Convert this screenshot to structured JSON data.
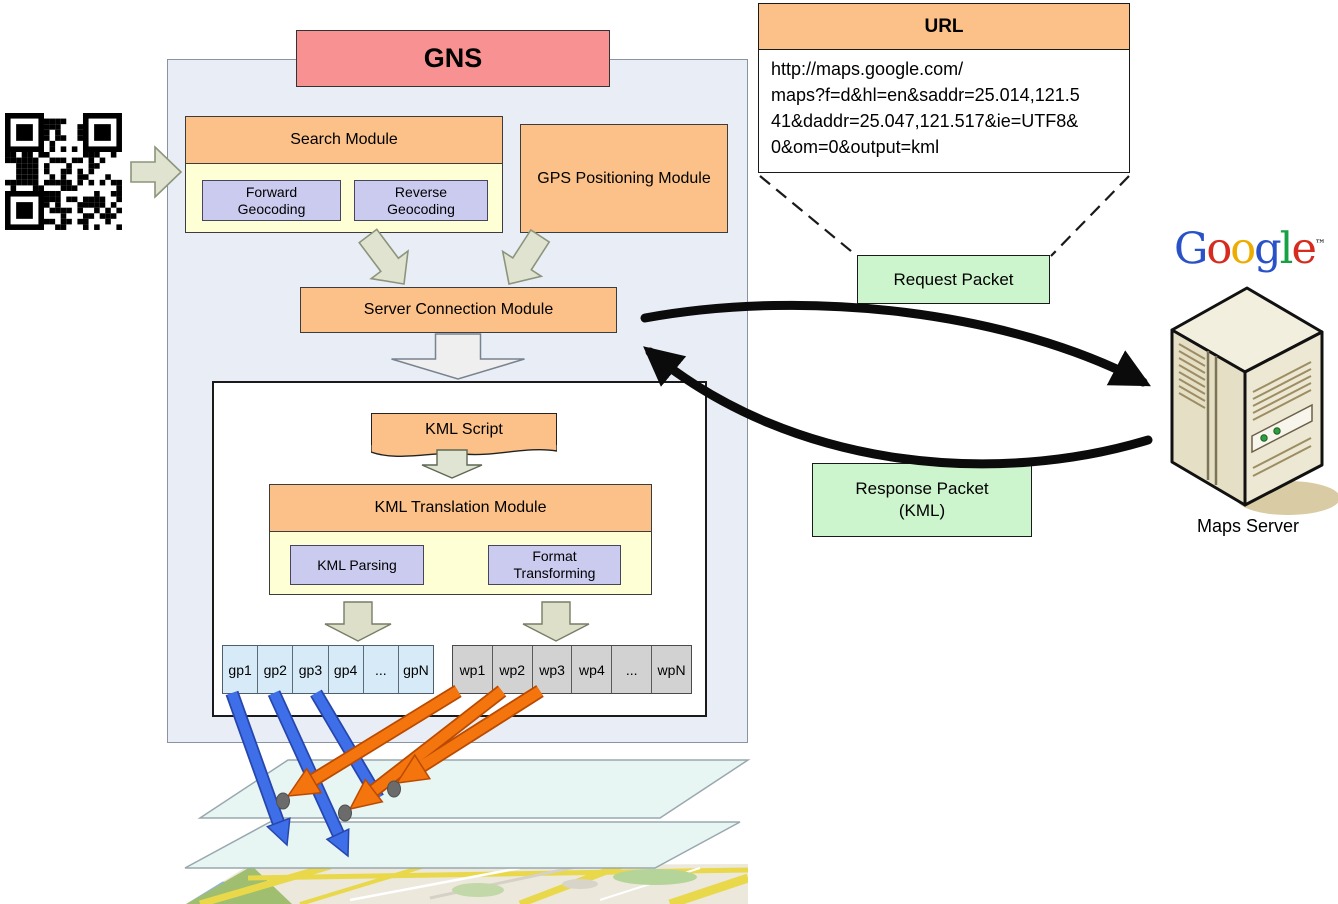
{
  "gns": {
    "title": "GNS"
  },
  "search_module": {
    "title": "Search Module",
    "forward": "Forward Geocoding",
    "reverse": "Reverse Geocoding"
  },
  "gps_module": {
    "title": "GPS Positioning Module"
  },
  "server_connection": {
    "title": "Server Connection Module"
  },
  "kml_script": {
    "title": "KML Script"
  },
  "kml_translation": {
    "title": "KML Translation Module",
    "parsing": "KML Parsing",
    "transforming": "Format Transforming"
  },
  "gp_array": {
    "cells": [
      "gp1",
      "gp2",
      "gp3",
      "gp4",
      "...",
      "gpN"
    ]
  },
  "wp_array": {
    "cells": [
      "wp1",
      "wp2",
      "wp3",
      "wp4",
      "...",
      "wpN"
    ]
  },
  "url_box": {
    "title": "URL",
    "lines": [
      "http://maps.google.com/",
      "maps?f=d&hl=en&saddr=25.014,121.5",
      "41&daddr=25.047,121.517&ie=UTF8&",
      "0&om=0&output=kml"
    ]
  },
  "request_packet": {
    "label": "Request Packet"
  },
  "response_packet": {
    "label": "Response Packet",
    "sublabel": "(KML)"
  },
  "maps_server": {
    "label": "Maps Server"
  },
  "google_logo": {
    "letters": [
      {
        "char": "G",
        "color": "#2a52c8"
      },
      {
        "char": "o",
        "color": "#d62c20"
      },
      {
        "char": "o",
        "color": "#efac00"
      },
      {
        "char": "g",
        "color": "#2a52c8"
      },
      {
        "char": "l",
        "color": "#18a045"
      },
      {
        "char": "e",
        "color": "#d62c20"
      }
    ],
    "trademark": "™"
  },
  "colors": {
    "module_orange": "#FBC188",
    "module_yellow": "#FFFFD6",
    "subbox_purple": "#CBCBF0",
    "gns_pink": "#F89191",
    "packet_green": "#CDF5CD",
    "container_blue": "#E9EEF6",
    "gp_cell_blue": "#D7EAF8",
    "wp_cell_gray": "#D2D2D2",
    "blue_arrow": "#3E6FE8",
    "orange_arrow": "#F4750E"
  }
}
